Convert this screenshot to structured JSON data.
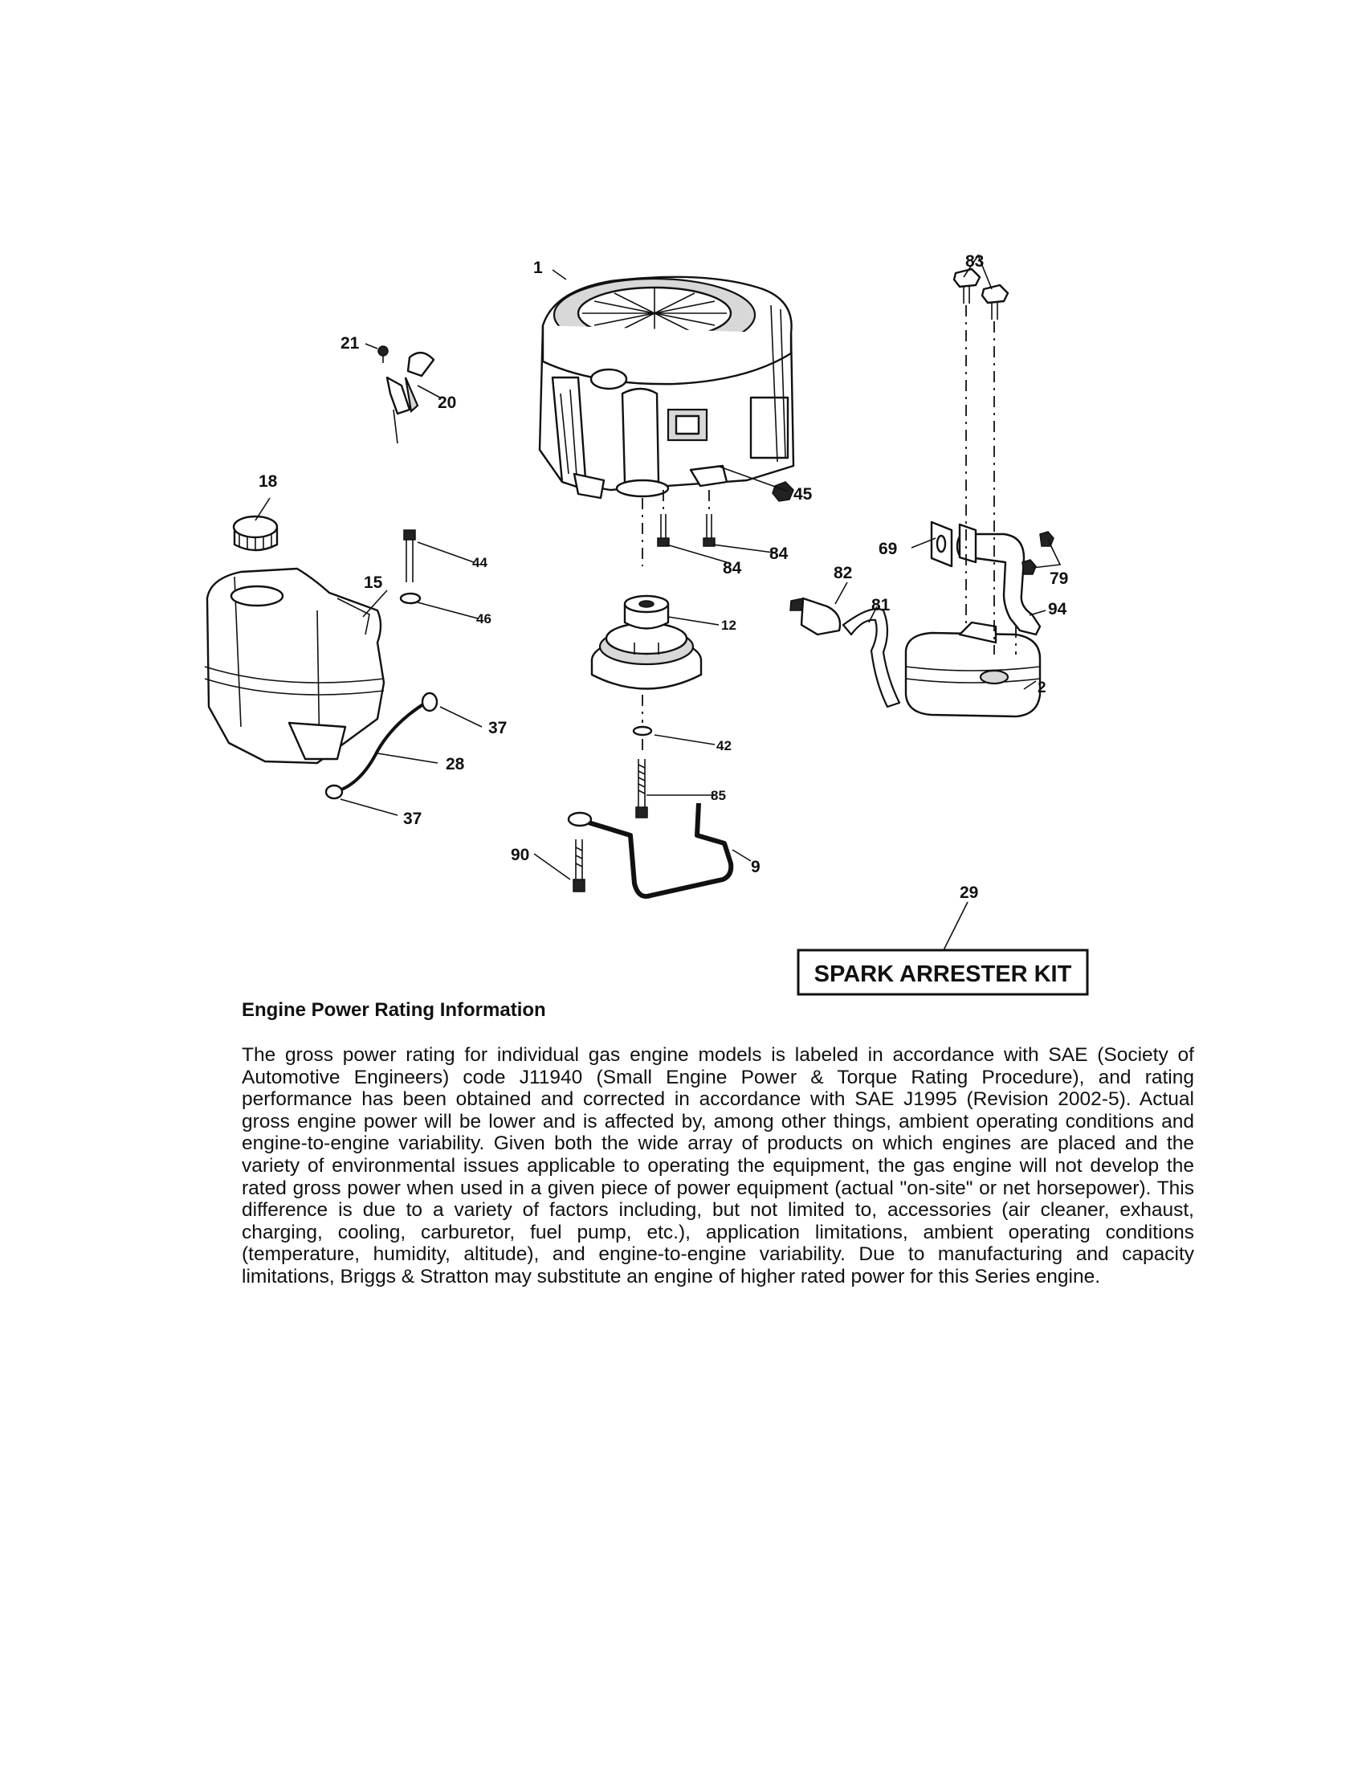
{
  "callouts": {
    "c1": "1",
    "c2": "2",
    "c9": "9",
    "c12": "12",
    "c15": "15",
    "c18": "18",
    "c20": "20",
    "c21": "21",
    "c28": "28",
    "c29": "29",
    "c37a": "37",
    "c37b": "37",
    "c42": "42",
    "c44": "44",
    "c45": "45",
    "c46": "46",
    "c69": "69",
    "c79": "79",
    "c81": "81",
    "c82": "82",
    "c83": "83",
    "c84a": "84",
    "c84b": "84",
    "c85": "85",
    "c90": "90",
    "c94": "94"
  },
  "kit_label": "SPARK ARRESTER KIT",
  "info": {
    "title": "Engine Power Rating Information",
    "body": "The gross power rating for individual gas engine models is labeled in accordance with SAE (Society of Automotive Engineers) code J11940 (Small Engine Power & Torque Rating Procedure), and rating performance has been obtained and corrected in accordance with SAE J1995 (Revision 2002-5). Actual gross engine power will be lower and is affected by, among other things, ambient operating conditions and engine-to-engine variability. Given both the wide array of products on which engines are placed and the variety of environmental issues applicable to operating the equipment, the gas engine will not develop the rated gross power when used in a given piece of power equipment (actual \"on-site\" or net horsepower). This difference is due to a variety of factors including, but not limited to, accessories (air cleaner, exhaust, charging, cooling, carburetor, fuel pump, etc.), application limitations, ambient operating conditions (temperature, humidity, altitude), and engine-to-engine variability. Due to manufacturing and capacity limitations, Briggs & Stratton may substitute an engine of higher rated power for this Series engine."
  }
}
